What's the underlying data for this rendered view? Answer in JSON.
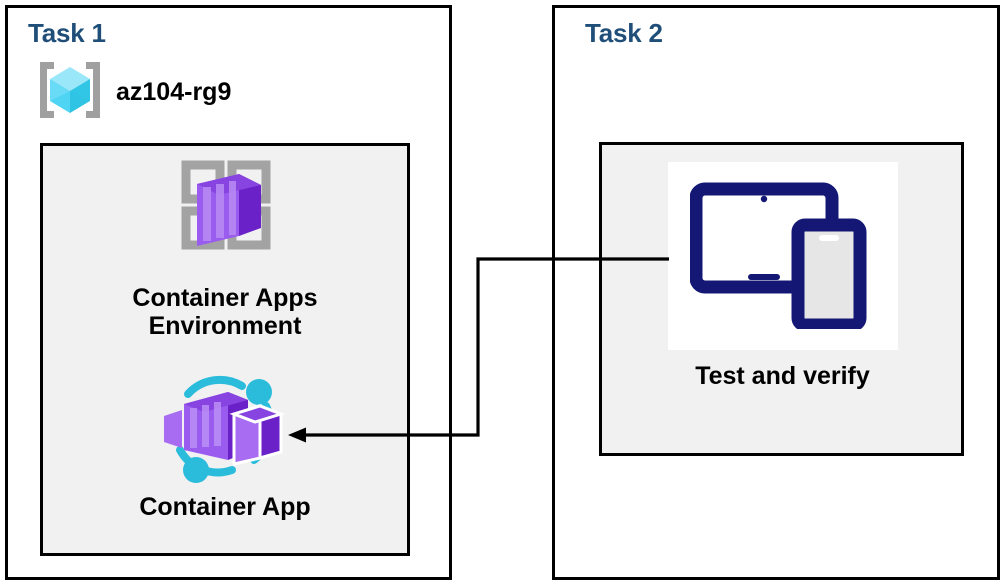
{
  "diagram": {
    "title_color": "#1F4E79",
    "background": "#FFFFFF",
    "panel_fill": "#F1F1F1",
    "connector_color": "#000000"
  },
  "task1": {
    "title": "Task 1",
    "resource_group": {
      "name": "az104-rg9",
      "icon": "resource-group-icon"
    },
    "nodes": [
      {
        "id": "container-apps-environment",
        "label": "Container Apps\nEnvironment",
        "icon": "container-apps-environment-icon",
        "accent": "#7B2FD4"
      },
      {
        "id": "container-app",
        "label": "Container App",
        "icon": "container-app-icon",
        "accent": "#8A4FE0",
        "ring_color": "#2BBCDC"
      }
    ]
  },
  "task2": {
    "title": "Task 2",
    "nodes": [
      {
        "id": "test-and-verify",
        "label": "Test and verify",
        "icon": "devices-test-icon",
        "accent": "#141874"
      }
    ]
  },
  "connector": {
    "from": "test-and-verify",
    "to": "container-app",
    "arrow_direction": "left",
    "style": "orthogonal"
  }
}
